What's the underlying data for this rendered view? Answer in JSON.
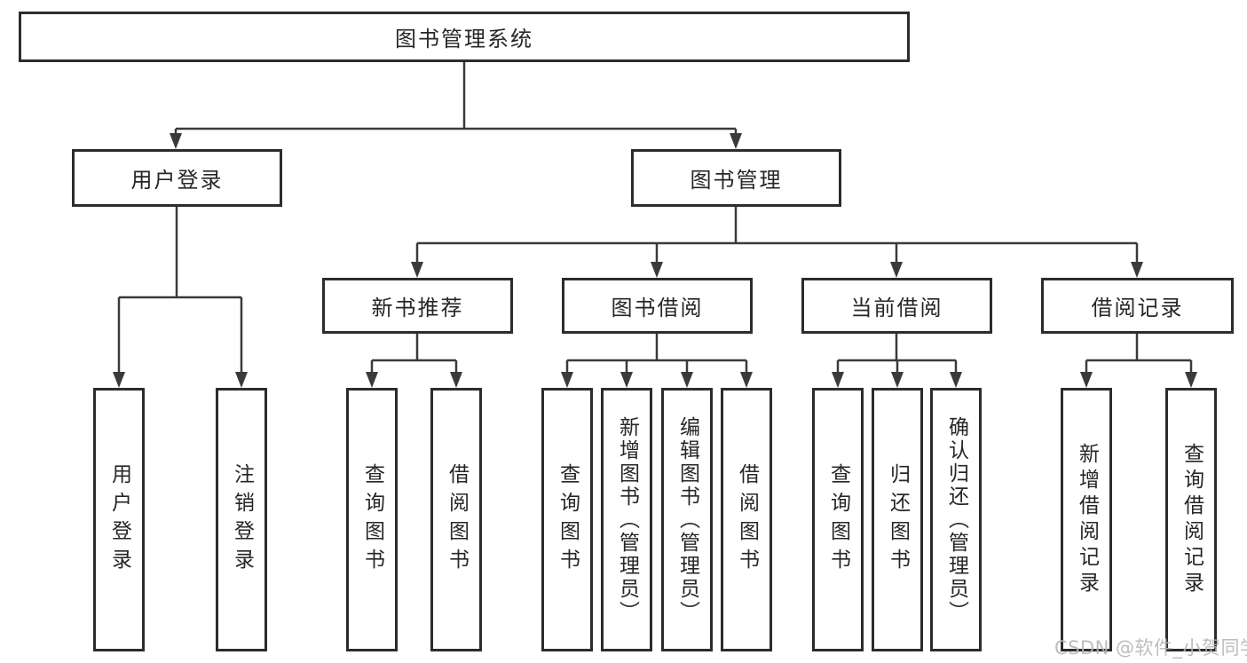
{
  "diagram": {
    "root": {
      "label": "图书管理系统"
    },
    "branches": [
      {
        "label": "用户登录",
        "children": [
          {
            "label": "用户登录"
          },
          {
            "label": "注销登录"
          }
        ]
      },
      {
        "label": "图书管理",
        "children": [
          {
            "label": "新书推荐",
            "children": [
              {
                "label": "查询图书"
              },
              {
                "label": "借阅图书"
              }
            ]
          },
          {
            "label": "图书借阅",
            "children": [
              {
                "label": "查询图书"
              },
              {
                "label": "新增图书（管理员）"
              },
              {
                "label": "编辑图书（管理员）"
              },
              {
                "label": "借阅图书"
              }
            ]
          },
          {
            "label": "当前借阅",
            "children": [
              {
                "label": "查询图书"
              },
              {
                "label": "归还图书"
              },
              {
                "label": "确认归还（管理员）"
              }
            ]
          },
          {
            "label": "借阅记录",
            "children": [
              {
                "label": "新增借阅记录"
              },
              {
                "label": "查询借阅记录"
              }
            ]
          }
        ]
      }
    ]
  },
  "watermark": {
    "text": "CSDN @软件_小贺同学"
  },
  "colors": {
    "line": "#3a3a3a",
    "box_border": "#2c2c2c",
    "box_fill": "#ffffff",
    "text": "#262626",
    "watermark": "#b6b6b6",
    "background": "#ffffff"
  }
}
